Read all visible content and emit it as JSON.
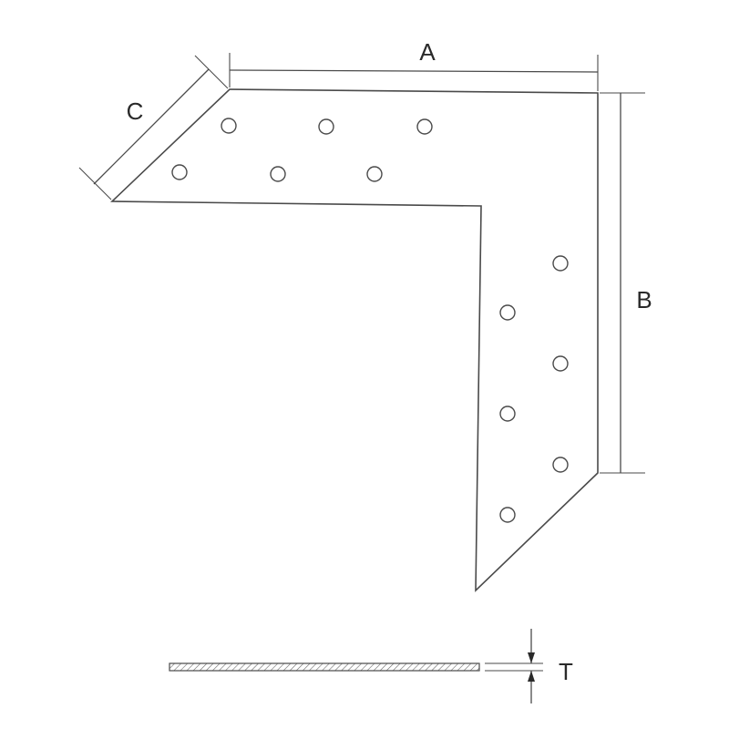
{
  "dimensions": {
    "a": "A",
    "b": "B",
    "c": "C",
    "t": "T"
  },
  "part": {
    "holes_top_row_1": 3,
    "holes_top_row_2": 3,
    "holes_side": 6
  },
  "colors": {
    "line": "#4a4a4a",
    "text": "#2a2a2a",
    "background": "#ffffff"
  }
}
